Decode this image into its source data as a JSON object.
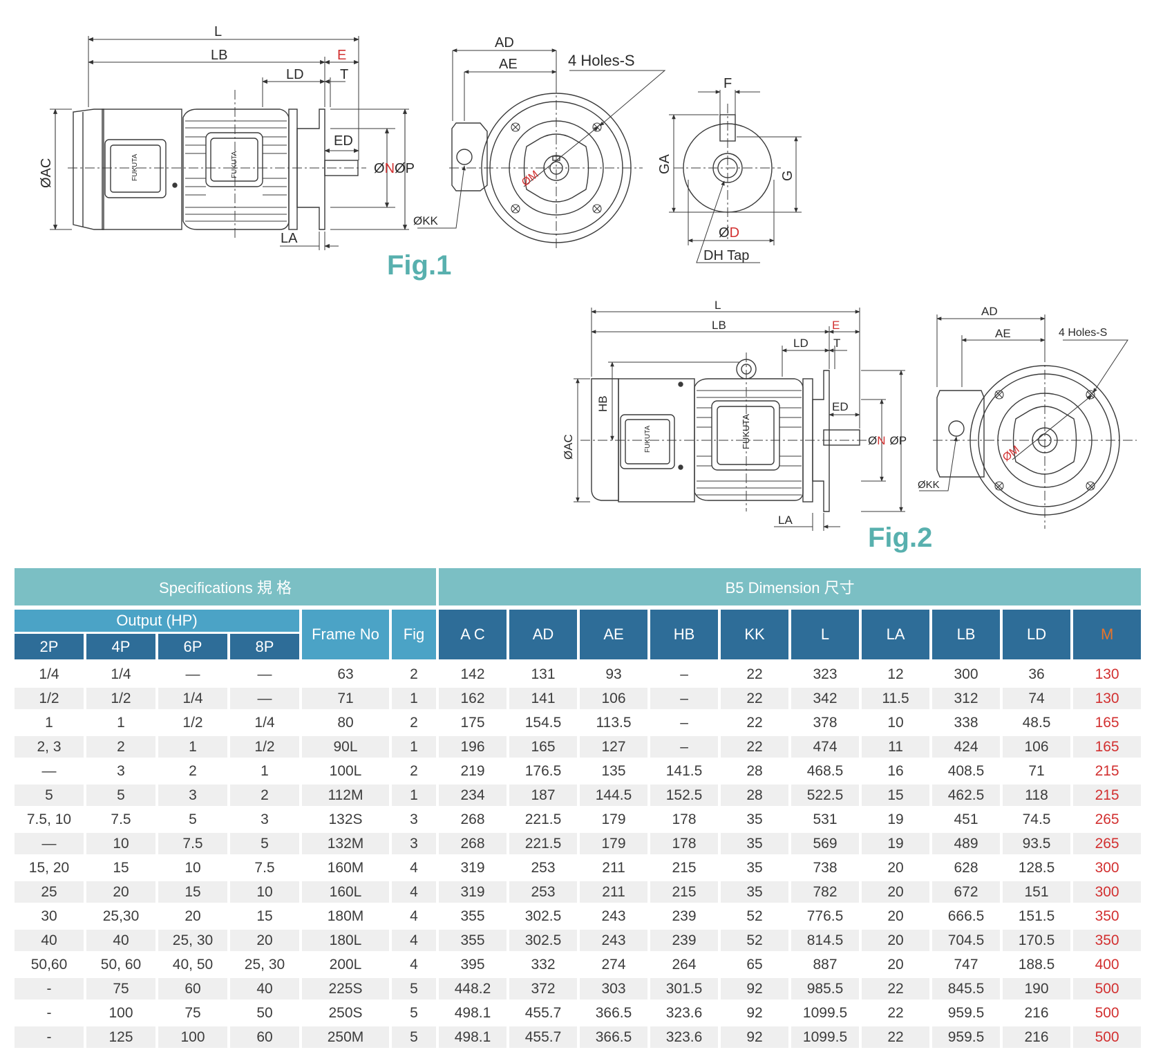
{
  "figures": {
    "fig1": {
      "title": "Fig.1",
      "labels": {
        "L": "L",
        "LB": "LB",
        "E": "E",
        "LD": "LD",
        "T": "T",
        "ED": "ED",
        "AC": "ØAC",
        "N": "N",
        "O1": "Ø",
        "O2": "ØP",
        "LA": "LA",
        "AD": "AD",
        "AE": "AE",
        "holes": "4 Holes-S",
        "KK": "ØKK",
        "M": "ØM",
        "F": "F",
        "GA": "GA",
        "G": "G",
        "D": "D",
        "OD": "Ø",
        "DH": "DH Tap",
        "brand": "FUKUTA"
      }
    },
    "fig2": {
      "title": "Fig.2",
      "labels": {
        "L": "L",
        "LB": "LB",
        "E": "E",
        "LD": "LD",
        "T": "T",
        "ED": "ED",
        "HB": "HB",
        "AC": "ØAC",
        "N": "N",
        "O1": "Ø",
        "O2": "ØP",
        "LA": "LA",
        "AD": "AD",
        "AE": "AE",
        "holes": "4 Holes-S",
        "KK": "ØKK",
        "M": "ØM",
        "brand": "FUKUTA"
      }
    }
  },
  "table": {
    "spec_title": "Specifications 規 格",
    "dim_title": "B5 Dimension 尺寸",
    "output_title": "Output (HP)",
    "poles": [
      "2P",
      "4P",
      "6P",
      "8P"
    ],
    "frame_label": "Frame No",
    "fig_label": "Fig",
    "dim_cols": [
      "A C",
      "AD",
      "AE",
      "HB",
      "KK",
      "L",
      "LA",
      "LB",
      "LD",
      "M"
    ],
    "rows": [
      [
        "1/4",
        "1/4",
        "—",
        "—",
        "63",
        "2",
        "142",
        "131",
        "93",
        "–",
        "22",
        "323",
        "12",
        "300",
        "36",
        "130"
      ],
      [
        "1/2",
        "1/2",
        "1/4",
        "—",
        "71",
        "1",
        "162",
        "141",
        "106",
        "–",
        "22",
        "342",
        "11.5",
        "312",
        "74",
        "130"
      ],
      [
        "1",
        "1",
        "1/2",
        "1/4",
        "80",
        "2",
        "175",
        "154.5",
        "113.5",
        "–",
        "22",
        "378",
        "10",
        "338",
        "48.5",
        "165"
      ],
      [
        "2, 3",
        "2",
        "1",
        "1/2",
        "90L",
        "1",
        "196",
        "165",
        "127",
        "–",
        "22",
        "474",
        "11",
        "424",
        "106",
        "165"
      ],
      [
        "—",
        "3",
        "2",
        "1",
        "100L",
        "2",
        "219",
        "176.5",
        "135",
        "141.5",
        "28",
        "468.5",
        "16",
        "408.5",
        "71",
        "215"
      ],
      [
        "5",
        "5",
        "3",
        "2",
        "112M",
        "1",
        "234",
        "187",
        "144.5",
        "152.5",
        "28",
        "522.5",
        "15",
        "462.5",
        "118",
        "215"
      ],
      [
        "7.5, 10",
        "7.5",
        "5",
        "3",
        "132S",
        "3",
        "268",
        "221.5",
        "179",
        "178",
        "35",
        "531",
        "19",
        "451",
        "74.5",
        "265"
      ],
      [
        "—",
        "10",
        "7.5",
        "5",
        "132M",
        "3",
        "268",
        "221.5",
        "179",
        "178",
        "35",
        "569",
        "19",
        "489",
        "93.5",
        "265"
      ],
      [
        "15, 20",
        "15",
        "10",
        "7.5",
        "160M",
        "4",
        "319",
        "253",
        "211",
        "215",
        "35",
        "738",
        "20",
        "628",
        "128.5",
        "300"
      ],
      [
        "25",
        "20",
        "15",
        "10",
        "160L",
        "4",
        "319",
        "253",
        "211",
        "215",
        "35",
        "782",
        "20",
        "672",
        "151",
        "300"
      ],
      [
        "30",
        "25,30",
        "20",
        "15",
        "180M",
        "4",
        "355",
        "302.5",
        "243",
        "239",
        "52",
        "776.5",
        "20",
        "666.5",
        "151.5",
        "350"
      ],
      [
        "40",
        "40",
        "25, 30",
        "20",
        "180L",
        "4",
        "355",
        "302.5",
        "243",
        "239",
        "52",
        "814.5",
        "20",
        "704.5",
        "170.5",
        "350"
      ],
      [
        "50,60",
        "50, 60",
        "40, 50",
        "25, 30",
        "200L",
        "4",
        "395",
        "332",
        "274",
        "264",
        "65",
        "887",
        "20",
        "747",
        "188.5",
        "400"
      ],
      [
        "-",
        "75",
        "60",
        "40",
        "225S",
        "5",
        "448.2",
        "372",
        "303",
        "301.5",
        "92",
        "985.5",
        "22",
        "845.5",
        "190",
        "500"
      ],
      [
        "-",
        "100",
        "75",
        "50",
        "250S",
        "5",
        "498.1",
        "455.7",
        "366.5",
        "323.6",
        "92",
        "1099.5",
        "22",
        "959.5",
        "216",
        "500"
      ],
      [
        "-",
        "125",
        "100",
        "60",
        "250M",
        "5",
        "498.1",
        "455.7",
        "366.5",
        "323.6",
        "92",
        "1099.5",
        "22",
        "959.5",
        "216",
        "500"
      ]
    ]
  }
}
